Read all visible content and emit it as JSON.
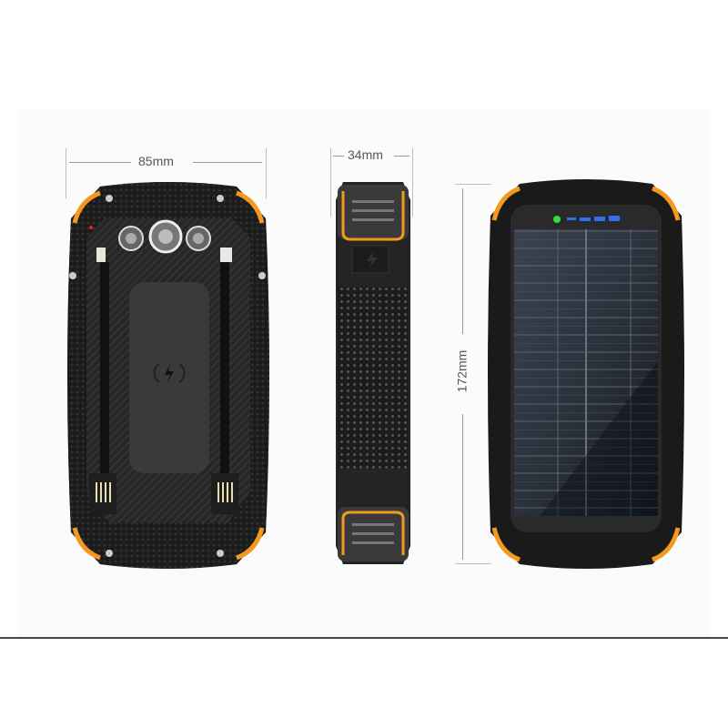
{
  "dimensions": {
    "width": "85mm",
    "thickness": "34mm",
    "height": "172mm"
  },
  "views": [
    {
      "name": "back-view",
      "features": [
        "3 LED flashlights",
        "wireless charging pad",
        "built-in Lightning cable",
        "built-in Type-C cable",
        "2 USB-A plugs"
      ]
    },
    {
      "name": "side-view",
      "features": [
        "orange bumpers",
        "port cover"
      ]
    },
    {
      "name": "front-view",
      "features": [
        "solar panel",
        "green status LED",
        "4 blue battery indicators"
      ]
    }
  ],
  "colors": {
    "accent_orange": "#f39a1e",
    "body_black": "#1e1e1e",
    "led_green": "#33e03a",
    "indicator_blue": "#2f6ff0",
    "solar_blue": "#242a33"
  }
}
